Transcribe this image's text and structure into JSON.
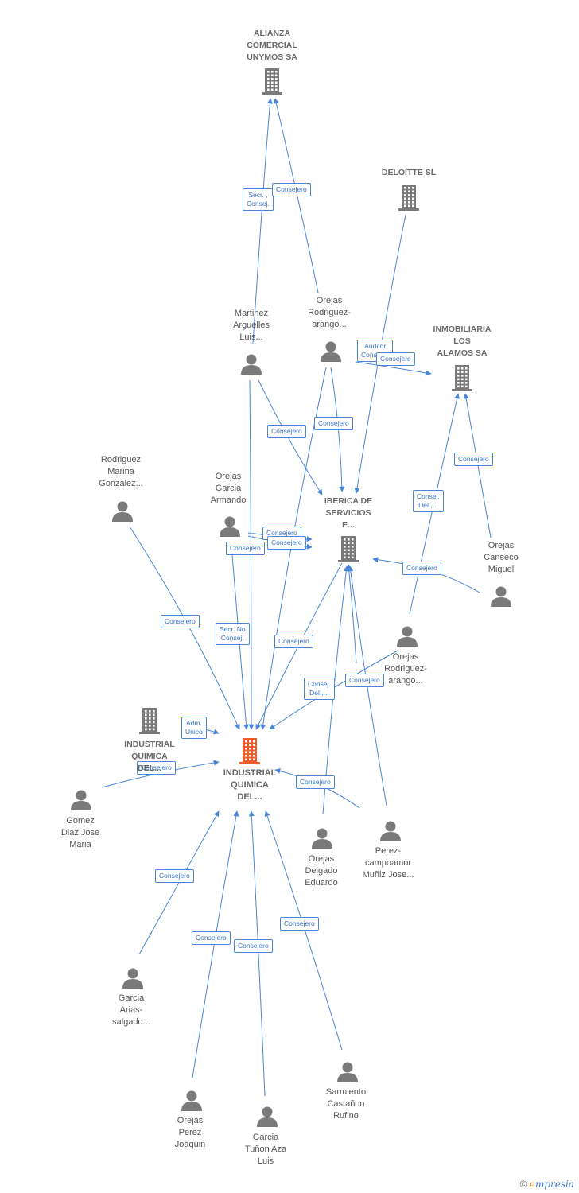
{
  "diagram": {
    "colors": {
      "edge": "#4a86d8",
      "company_icon": "#7a7a7a",
      "main_company_icon": "#f05a28",
      "person_icon": "#7a7a7a",
      "edge_label_text": "#3a74c4"
    },
    "nodes": [
      {
        "id": "alianza",
        "type": "company",
        "label": "ALIANZA\nCOMERCIAL\nUNYMOS SA"
      },
      {
        "id": "deloitte",
        "type": "company",
        "label": "DELOITTE SL"
      },
      {
        "id": "inmobiliaria",
        "type": "company",
        "label": "INMOBILIARIA\nLOS\nALAMOS SA"
      },
      {
        "id": "iberica",
        "type": "company",
        "label": "IBERICA DE\nSERVICIOS\nE..."
      },
      {
        "id": "iqd_main",
        "type": "main",
        "label": "INDUSTRIAL\nQUIMICA\nDEL..."
      },
      {
        "id": "iqd_other",
        "type": "company",
        "label": "INDUSTRIAL\nQUIMICA\nDEL..."
      },
      {
        "id": "martinez",
        "type": "person",
        "label": "Martinez\nArguelles\nLuis..."
      },
      {
        "id": "orejas_ra1",
        "type": "person",
        "label": "Orejas\nRodriguez-\narango..."
      },
      {
        "id": "rodriguez",
        "type": "person",
        "label": "Rodriguez\nMarina\nGonzalez..."
      },
      {
        "id": "orejas_ga",
        "type": "person",
        "label": "Orejas\nGarcia\nArmando"
      },
      {
        "id": "orejas_cm",
        "type": "person",
        "label": "Orejas\nCanseco\nMiguel"
      },
      {
        "id": "orejas_ra2",
        "type": "person",
        "label": "Orejas\nRodriguez-\narango..."
      },
      {
        "id": "gomez",
        "type": "person",
        "label": "Gomez\nDiaz Jose\nMaria"
      },
      {
        "id": "orejas_de",
        "type": "person",
        "label": "Orejas\nDelgado\nEduardo"
      },
      {
        "id": "perez",
        "type": "person",
        "label": "Perez-\ncampoamor\nMuñiz Jose..."
      },
      {
        "id": "garcia_as",
        "type": "person",
        "label": "Garcia\nArias-\nsalgado..."
      },
      {
        "id": "sarmiento",
        "type": "person",
        "label": "Sarmiento\nCastañon\nRufino"
      },
      {
        "id": "orejas_pj",
        "type": "person",
        "label": "Orejas\nPerez\nJoaquin"
      },
      {
        "id": "garcia_ta",
        "type": "person",
        "label": "Garcia\nTuñon Aza\nLuis"
      }
    ],
    "edges": [
      {
        "from": "martinez",
        "to": "alianza",
        "label": "Secr. ,\nConsej."
      },
      {
        "from": "orejas_ra1",
        "to": "alianza",
        "label": "Consejero"
      },
      {
        "from": "deloitte",
        "to": "iberica",
        "label": "Auditor\nConsolid."
      },
      {
        "from": "orejas_ra1",
        "to": "inmobiliaria",
        "label": "Consejero"
      },
      {
        "from": "orejas_ra1",
        "to": "iberica",
        "label": "Consejero"
      },
      {
        "from": "martinez",
        "to": "iberica",
        "label": "Consejero"
      },
      {
        "from": "orejas_cm",
        "to": "inmobiliaria",
        "label": "Consejero"
      },
      {
        "from": "orejas_ra2",
        "to": "inmobiliaria",
        "label": "Consej.\nDel.,..."
      },
      {
        "from": "orejas_cm",
        "to": "iberica",
        "label": "Consejero"
      },
      {
        "from": "orejas_ga",
        "to": "iberica",
        "label": "Consejero"
      },
      {
        "from": "orejas_ga",
        "to": "iberica",
        "label": "Consejero"
      },
      {
        "from": "orejas_ga",
        "to": "iqd_main",
        "label": "Consejero"
      },
      {
        "from": "martinez",
        "to": "iqd_main",
        "label": "Secr. No\nConsej."
      },
      {
        "from": "rodriguez",
        "to": "iqd_main",
        "label": "Consejero"
      },
      {
        "from": "iberica",
        "to": "iqd_main",
        "label": "Consejero"
      },
      {
        "from": "orejas_ra2",
        "to": "iqd_main",
        "label": "Consej.\nDel.,..."
      },
      {
        "from": "orejas_ra2",
        "to": "iberica",
        "label": "Consejero"
      },
      {
        "from": "iqd_other",
        "to": "iqd_main",
        "label": "Adm.\nUnico"
      },
      {
        "from": "gomez",
        "to": "iqd_main",
        "label": "Consejero"
      },
      {
        "from": "perez",
        "to": "iqd_main",
        "label": "Consejero"
      },
      {
        "from": "garcia_as",
        "to": "iqd_main",
        "label": "Consejero"
      },
      {
        "from": "orejas_pj",
        "to": "iqd_main",
        "label": "Consejero"
      },
      {
        "from": "garcia_ta",
        "to": "iqd_main",
        "label": "Consejero"
      },
      {
        "from": "sarmiento",
        "to": "iqd_main",
        "label": "Consejero"
      }
    ]
  },
  "brand": {
    "copyright": "©",
    "e": "e",
    "rest": "mpresia"
  }
}
